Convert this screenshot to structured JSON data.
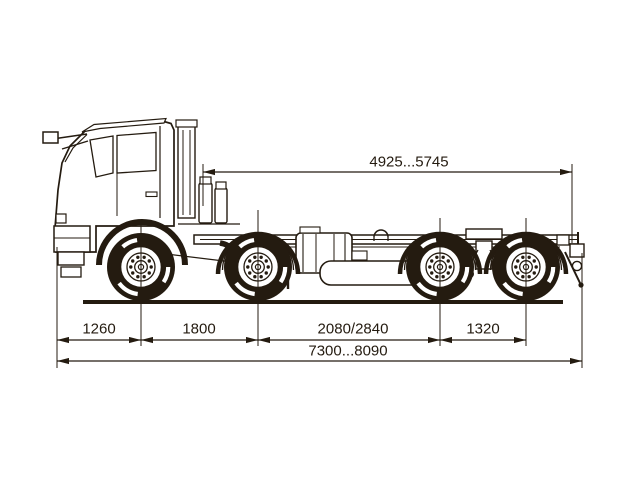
{
  "diagram": {
    "subject": "truck-chassis-8x4-side-view-dimensional-drawing",
    "colors": {
      "ink": "#241b10",
      "background": "#ffffff"
    },
    "dims": {
      "frame_span": "4925...5745",
      "front_overhang": "1260",
      "wheelbase_1_2": "1800",
      "wheelbase_2_3": "2080/2840",
      "wheelbase_3_4": "1320",
      "overall_length": "7300...8090"
    }
  }
}
